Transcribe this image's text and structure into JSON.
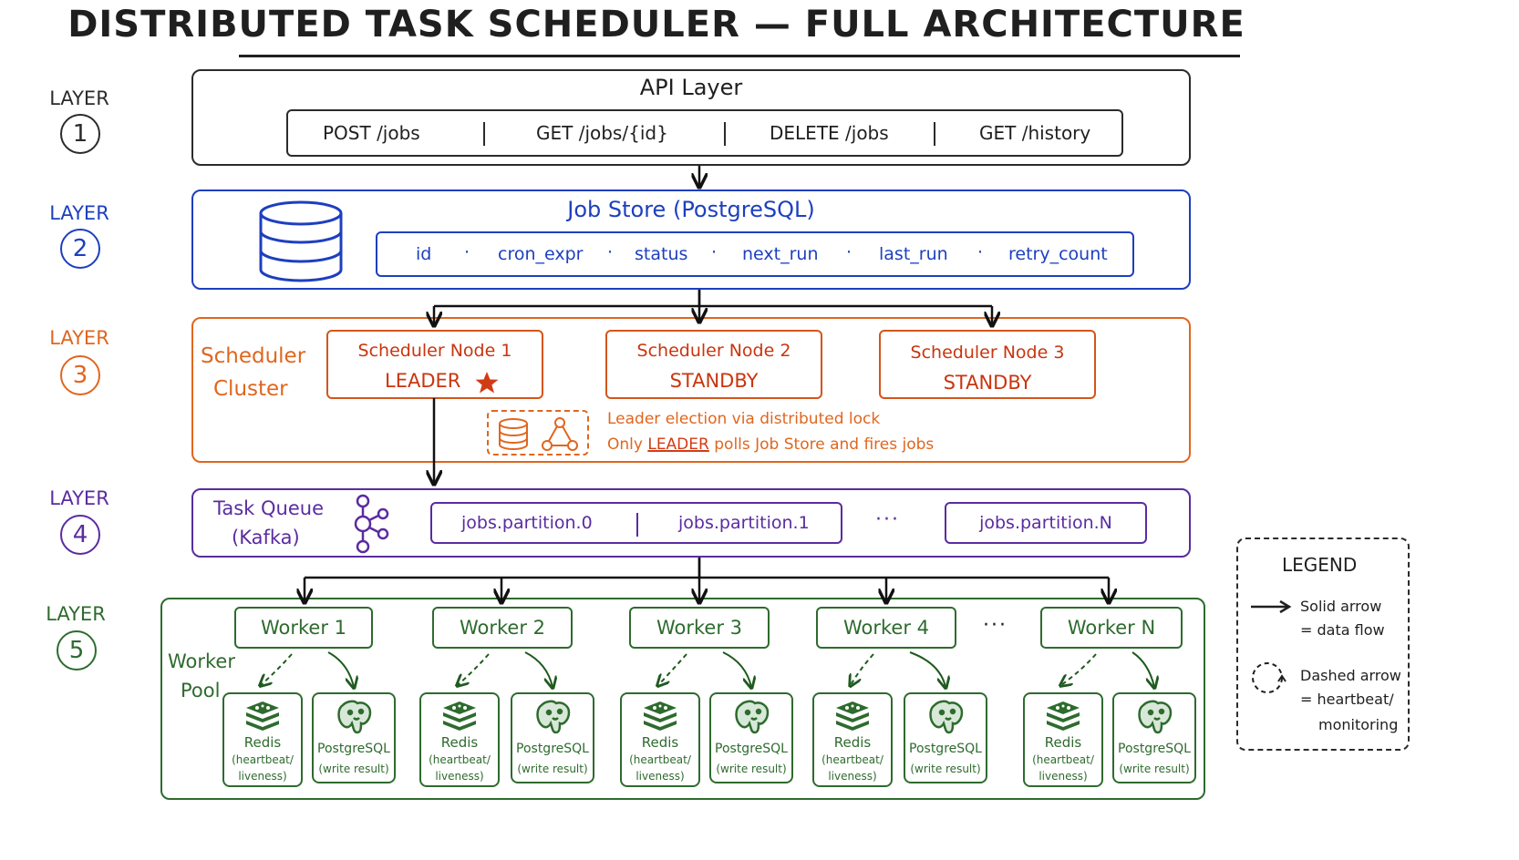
{
  "title": "DISTRIBUTED TASK SCHEDULER — FULL ARCHITECTURE",
  "layers": [
    {
      "label": "LAYER",
      "num": "1",
      "color": "#2b2b2b"
    },
    {
      "label": "LAYER",
      "num": "2",
      "color": "#1d3fbf"
    },
    {
      "label": "LAYER",
      "num": "3",
      "color": "#e0661f"
    },
    {
      "label": "LAYER",
      "num": "4",
      "color": "#5a2ca0"
    },
    {
      "label": "LAYER",
      "num": "5",
      "color": "#2e6b2e"
    }
  ],
  "api": {
    "title": "API Layer",
    "endpoints": [
      "POST /jobs",
      "GET /jobs/{id}",
      "DELETE /jobs",
      "GET /history"
    ]
  },
  "job_store": {
    "title": "Job Store  (PostgreSQL)",
    "fields": [
      "id",
      "cron_expr",
      "status",
      "next_run",
      "last_run",
      "retry_count"
    ],
    "dot": "·"
  },
  "scheduler": {
    "title_line1": "Scheduler",
    "title_line2": "Cluster",
    "nodes": [
      {
        "name": "Scheduler Node 1",
        "role": "LEADER"
      },
      {
        "name": "Scheduler Node 2",
        "role": "STANDBY"
      },
      {
        "name": "Scheduler Node 3",
        "role": "STANDBY"
      }
    ],
    "note_line1": "Leader election via distributed lock",
    "note_pre": "Only ",
    "note_leader": "LEADER",
    "note_post": " polls Job Store and fires jobs"
  },
  "queue": {
    "title_line1": "Task Queue",
    "title_line2": "(Kafka)",
    "partitions": [
      "jobs.partition.0",
      "jobs.partition.1",
      "jobs.partition.N"
    ],
    "ellipsis": "···"
  },
  "workers": {
    "title_line1": "Worker",
    "title_line2": "Pool",
    "names": [
      "Worker 1",
      "Worker 2",
      "Worker 3",
      "Worker 4",
      "Worker N"
    ],
    "ellipsis": "···",
    "redis_name": "Redis",
    "redis_desc1": "(heartbeat/",
    "redis_desc2": "liveness)",
    "pg_name": "PostgreSQL",
    "pg_desc": "(write result)"
  },
  "legend": {
    "title": "LEGEND",
    "solid1": "Solid arrow",
    "solid2": "= data flow",
    "dashed1": "Dashed arrow",
    "dashed2": "= heartbeat/",
    "dashed3": "monitoring"
  }
}
